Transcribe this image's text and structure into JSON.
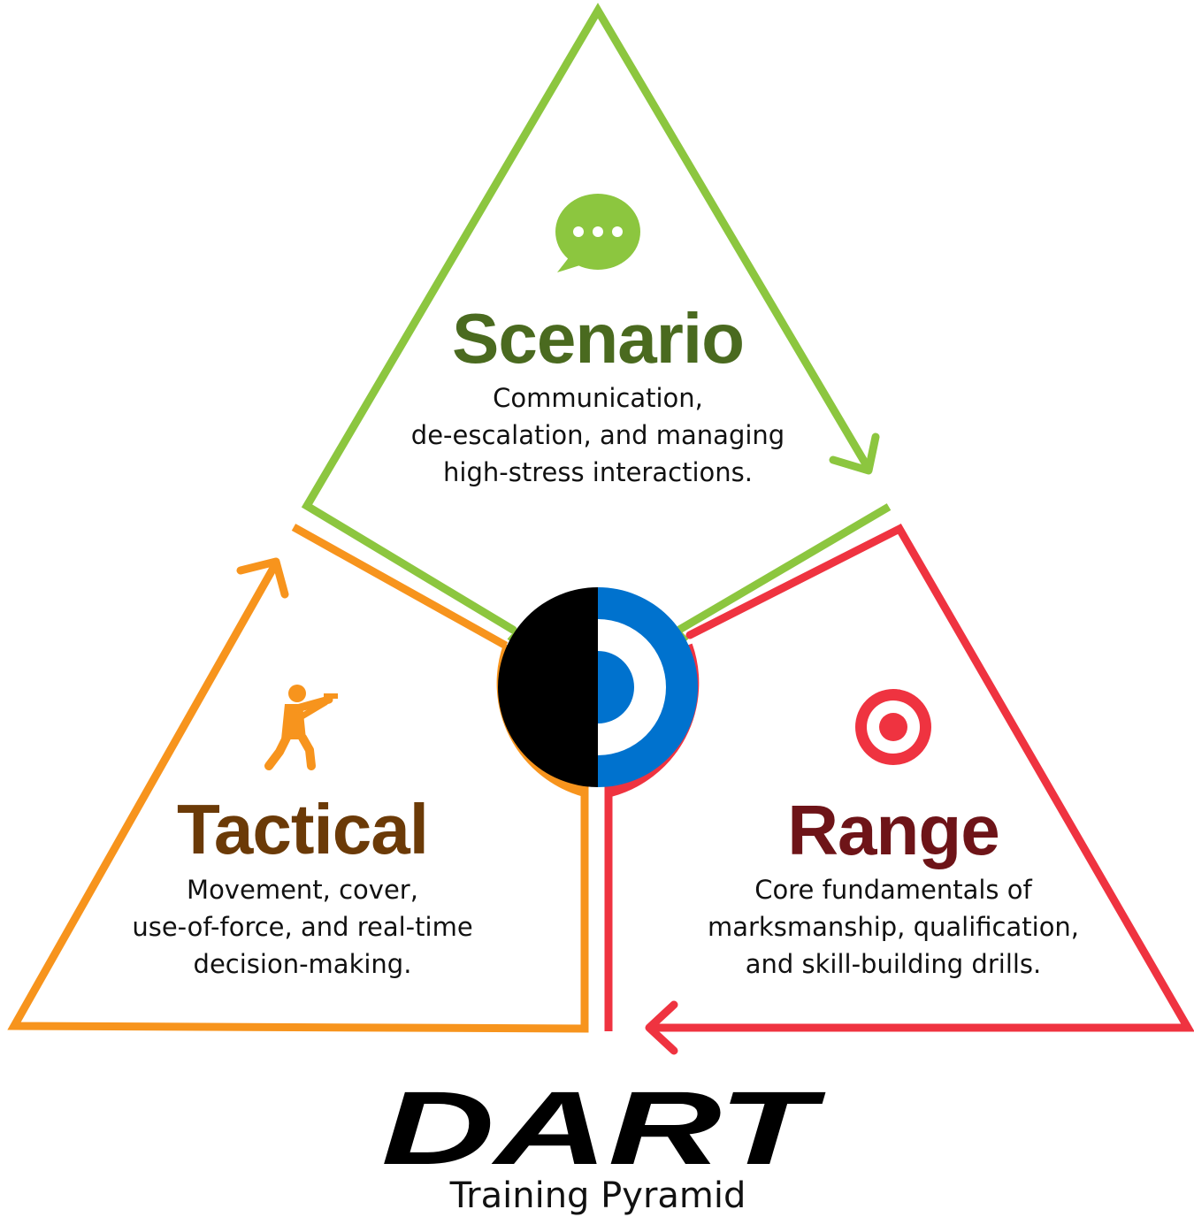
{
  "colors": {
    "scenario": "#8cc63f",
    "scenario_title": "#4a6a1f",
    "tactical": "#f7941d",
    "tactical_title": "#6b3a07",
    "range": "#ef3340",
    "range_title": "#6e1418",
    "blue": "#0072ce",
    "black": "#000000"
  },
  "scenario": {
    "title": "Scenario",
    "lines": [
      "Communication,",
      "de-escalation, and managing",
      "high-stress interactions."
    ],
    "icon": "speech-bubble-icon"
  },
  "tactical": {
    "title": "Tactical",
    "lines": [
      "Movement, cover,",
      "use-of-force, and real-time",
      "decision-making."
    ],
    "icon": "shooter-icon"
  },
  "range": {
    "title": "Range",
    "lines": [
      "Core fundamentals of",
      "marksmanship, qualification,",
      "and skill-building drills."
    ],
    "icon": "target-icon"
  },
  "logo": {
    "text": "DART",
    "subtitle": "Training Pyramid"
  }
}
